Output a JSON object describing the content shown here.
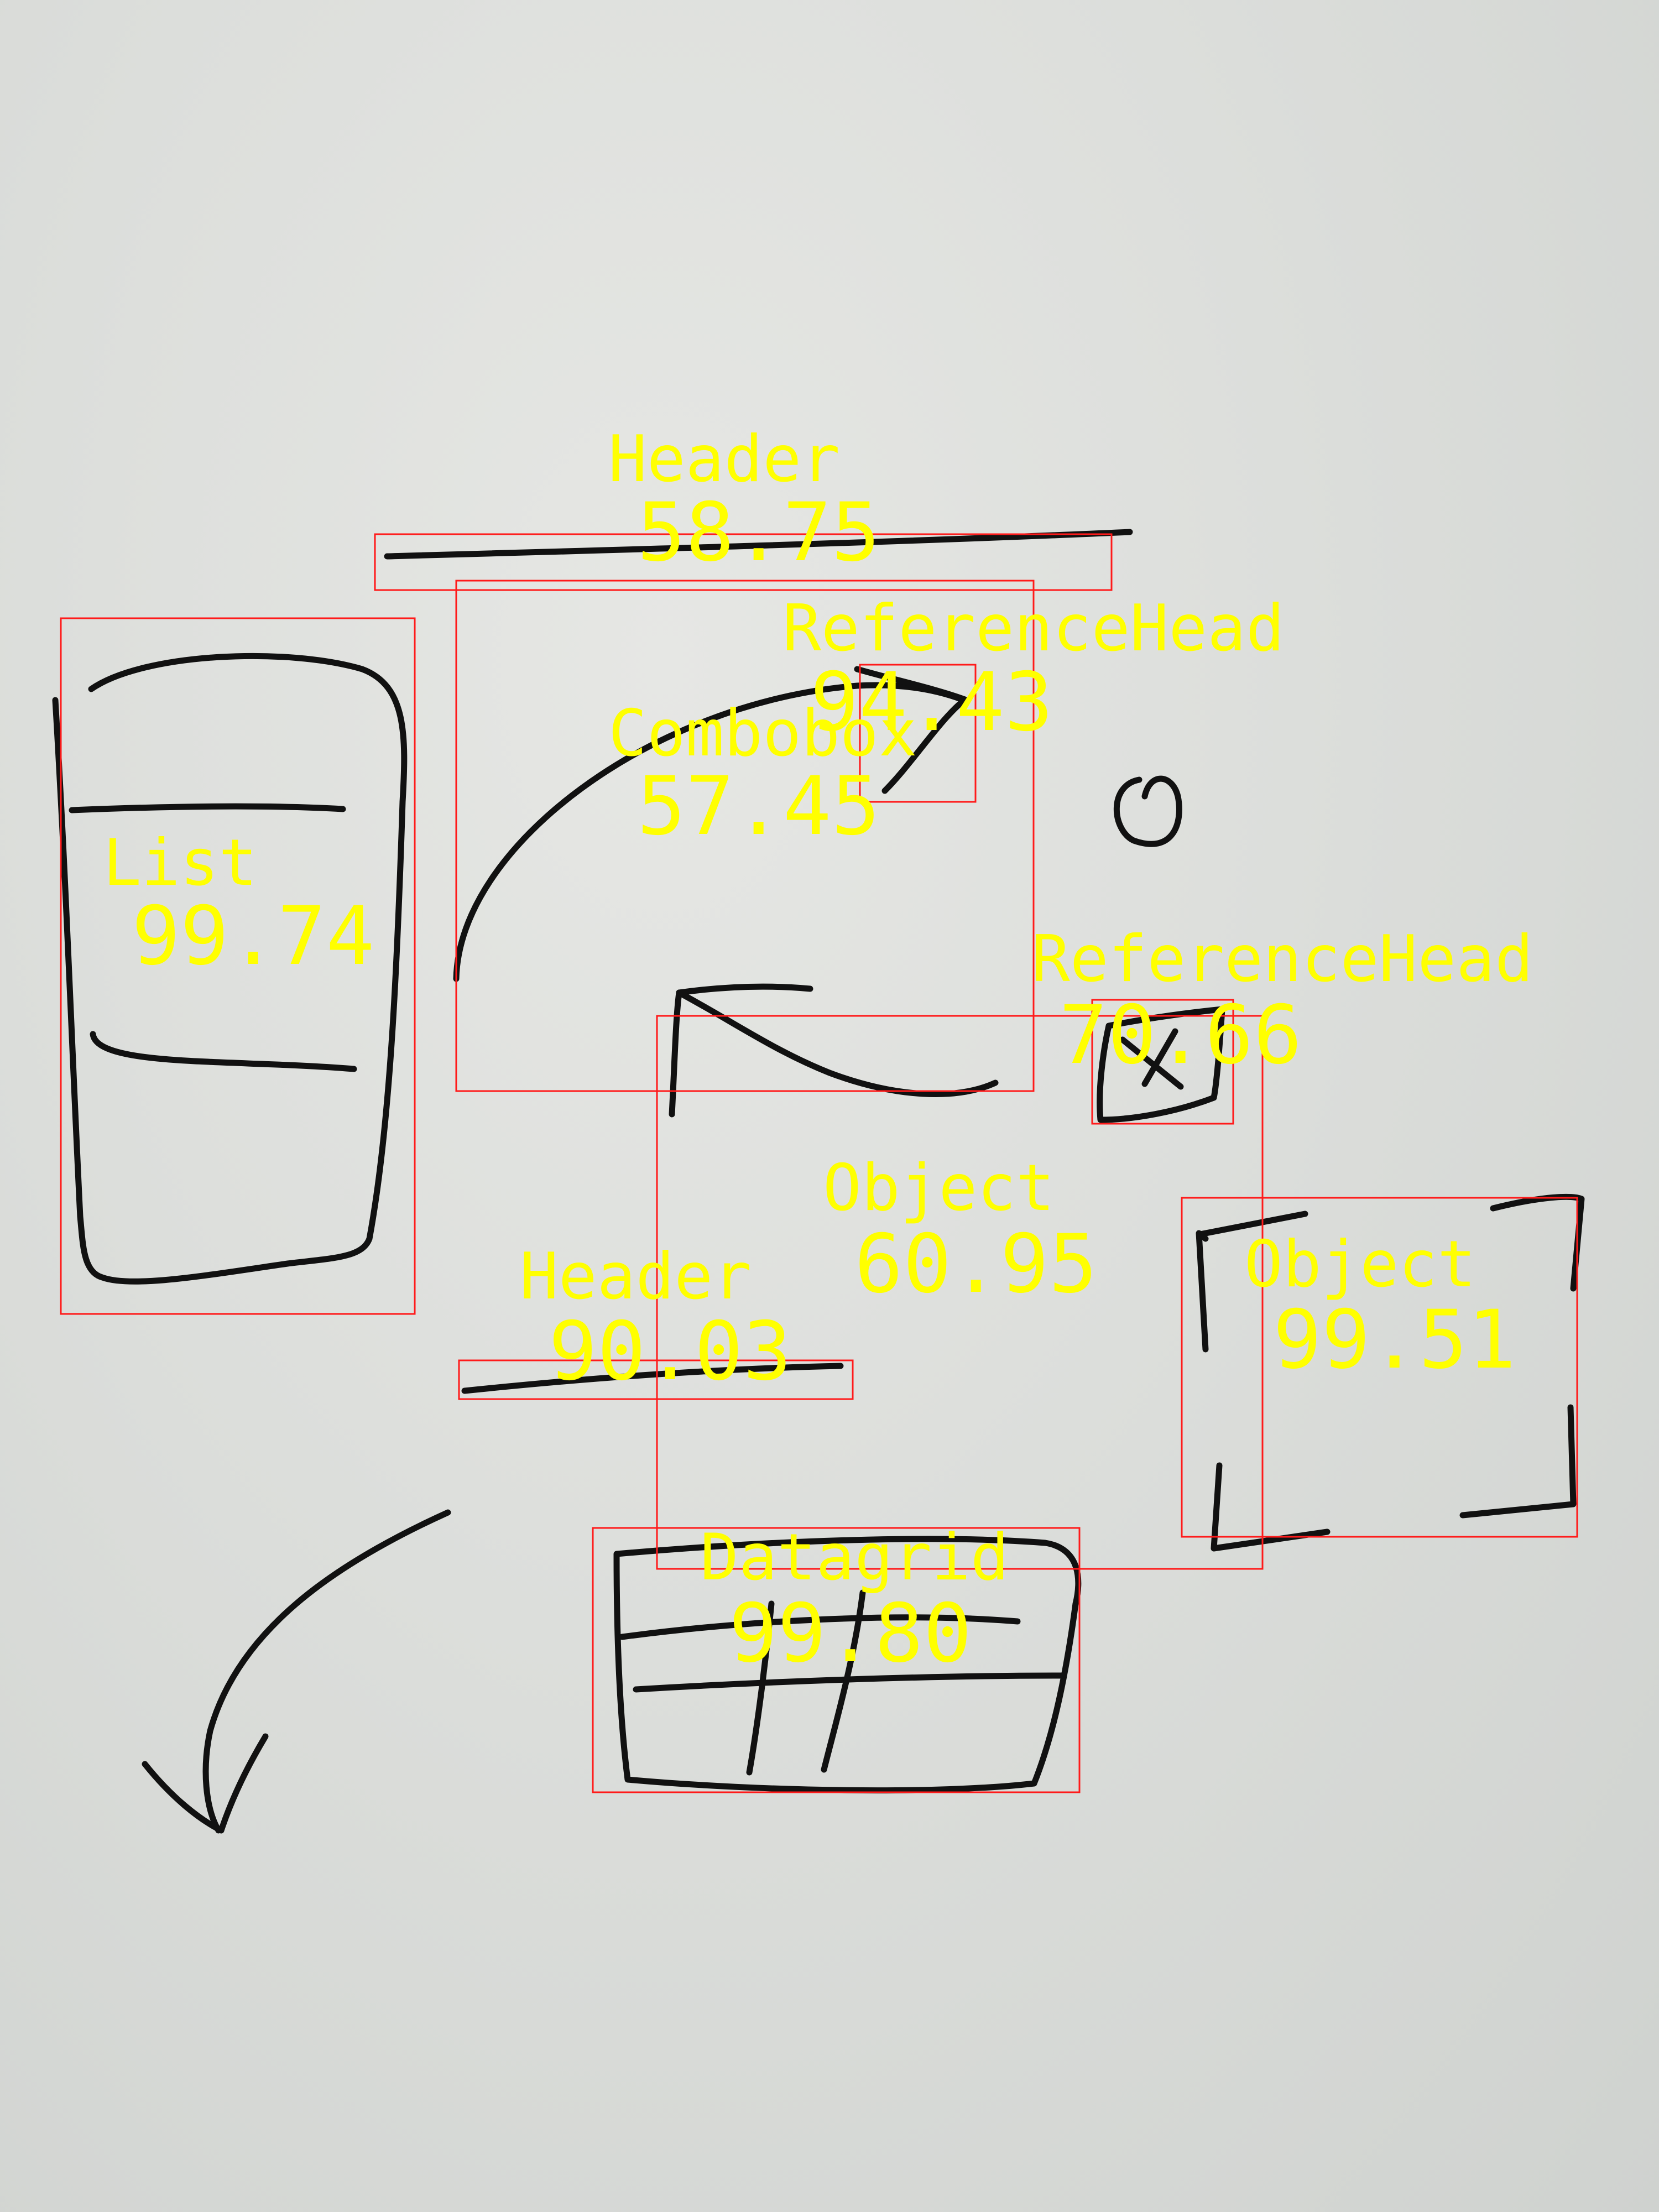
{
  "detections": [
    {
      "id": "header-top",
      "label": "Header",
      "score": "58.75"
    },
    {
      "id": "reference-head-1",
      "label": "ReferenceHead",
      "score": "94.43"
    },
    {
      "id": "combobox",
      "label": "Combobox",
      "score": "57.45"
    },
    {
      "id": "list",
      "label": "List",
      "score": "99.74"
    },
    {
      "id": "reference-head-2",
      "label": "ReferenceHead",
      "score": "70.66"
    },
    {
      "id": "object-center",
      "label": "Object",
      "score": "60.95"
    },
    {
      "id": "header-mid",
      "label": "Header",
      "score": "90.03"
    },
    {
      "id": "object-right",
      "label": "Object",
      "score": "99.51"
    },
    {
      "id": "datagrid",
      "label": "Datagrid",
      "score": "99.80"
    }
  ],
  "colors": {
    "box": "#ff1a1a",
    "text": "#ffff00",
    "ink": "#111111",
    "board": "#dcdedb"
  }
}
